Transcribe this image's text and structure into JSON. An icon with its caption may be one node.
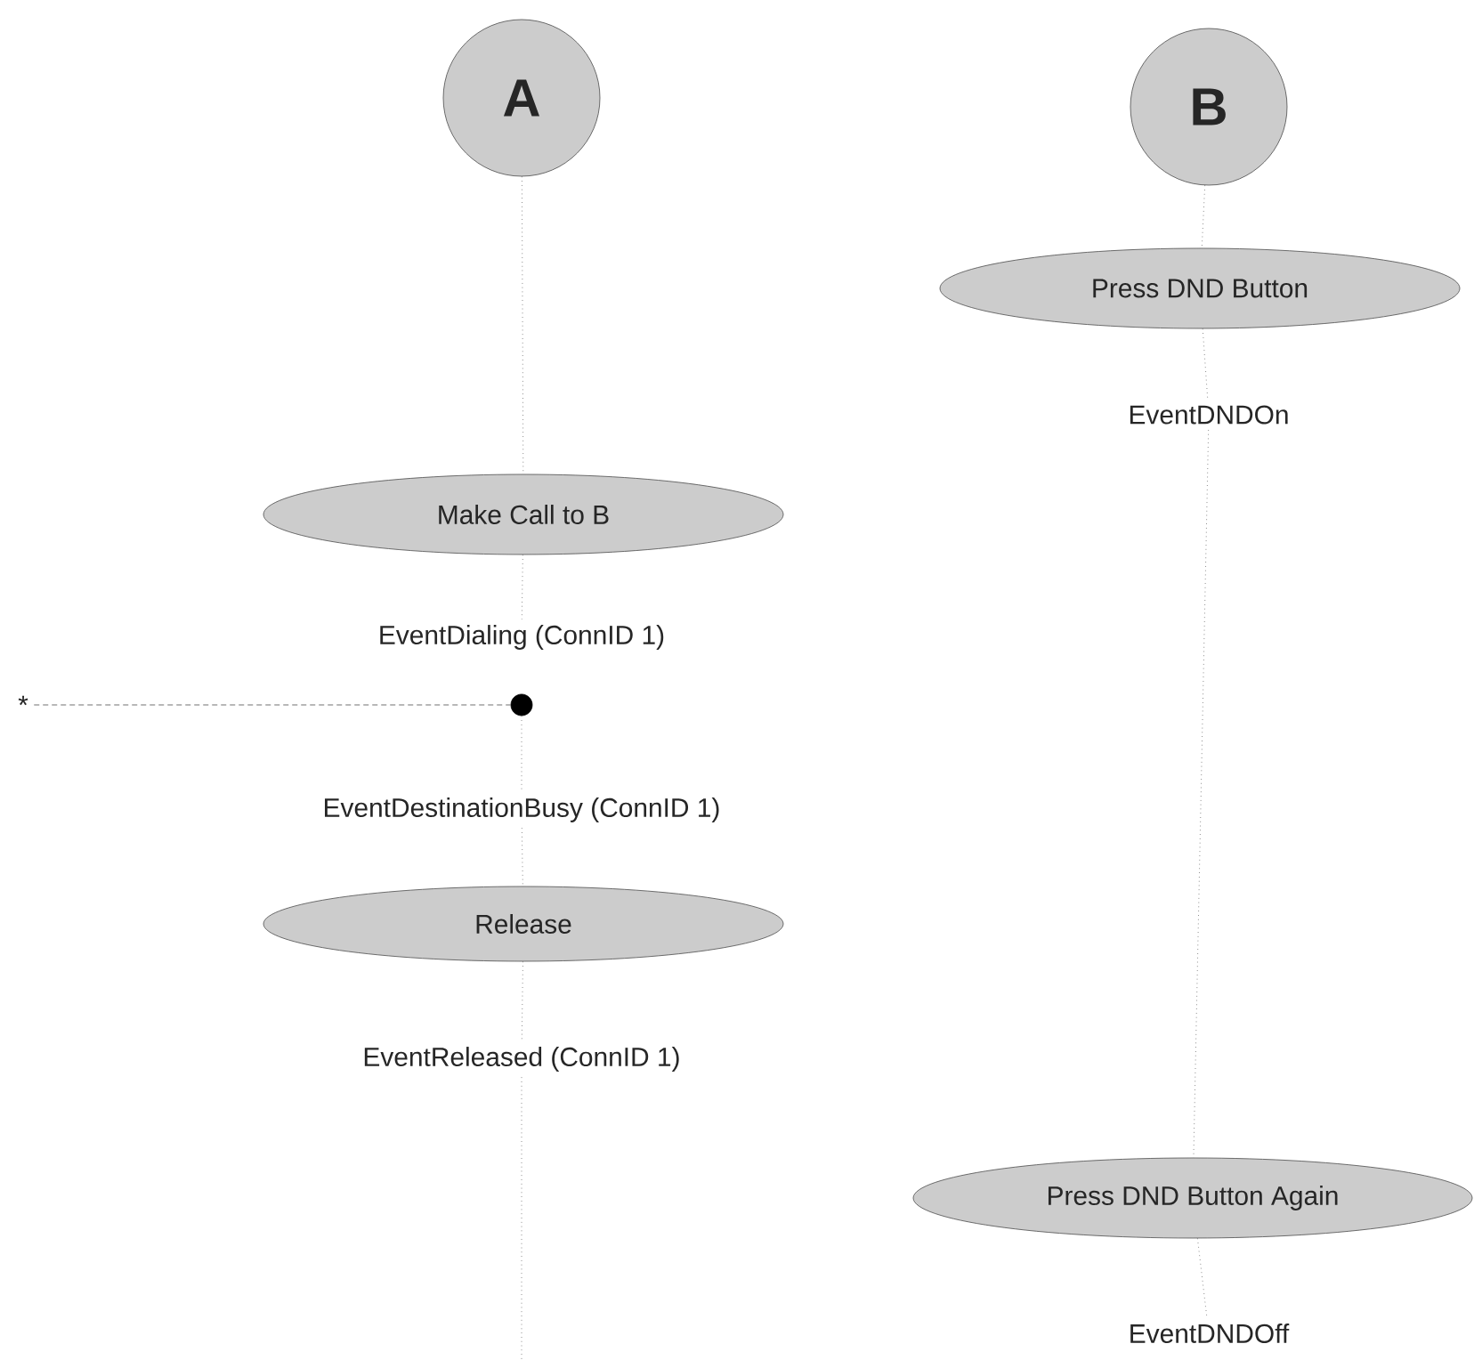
{
  "diagram": {
    "nodes": [
      {
        "text": [
          "A"
        ]
      },
      {
        "text": [
          "B"
        ]
      },
      {
        "text": [
          "Press DND Button"
        ]
      },
      {
        "text": [
          "EventDNDOn"
        ]
      },
      {
        "text": [
          "Make Call to B"
        ]
      },
      {
        "text": [
          "EventDialing (ConnID 1)"
        ]
      },
      {
        "text": [
          "*"
        ]
      },
      {
        "text": [],
        "shape": "circle"
      },
      {
        "text": [
          "EventDestinationBusy (ConnID 1)"
        ]
      },
      {
        "text": [
          "Release"
        ]
      },
      {
        "text": [
          "EventReleased (ConnID 1)"
        ]
      },
      {
        "text": [
          "Press DND Button Again"
        ]
      },
      {
        "text": [
          "EventDNDOff"
        ]
      }
    ],
    "edges": [
      {
        "from": 0,
        "to": 4,
        "arrow": "none"
      },
      {
        "from": 4,
        "to": 5,
        "arrow": "none"
      },
      {
        "from": 7,
        "to": 8,
        "arrow": "none"
      },
      {
        "from": 8,
        "to": 9,
        "arrow": "none"
      },
      {
        "from": 9,
        "to": 10,
        "arrow": "none"
      },
      {
        "from": 10,
        "to": null,
        "arrow": "none"
      },
      {
        "from": 1,
        "to": 2,
        "arrow": "none"
      },
      {
        "from": 2,
        "to": 3,
        "arrow": "none"
      },
      {
        "from": 3,
        "to": 11,
        "arrow": "none"
      },
      {
        "from": 11,
        "to": 12,
        "arrow": "none"
      },
      {
        "from": 6,
        "to": 7,
        "arrow": "none",
        "style": "dashed"
      }
    ]
  }
}
